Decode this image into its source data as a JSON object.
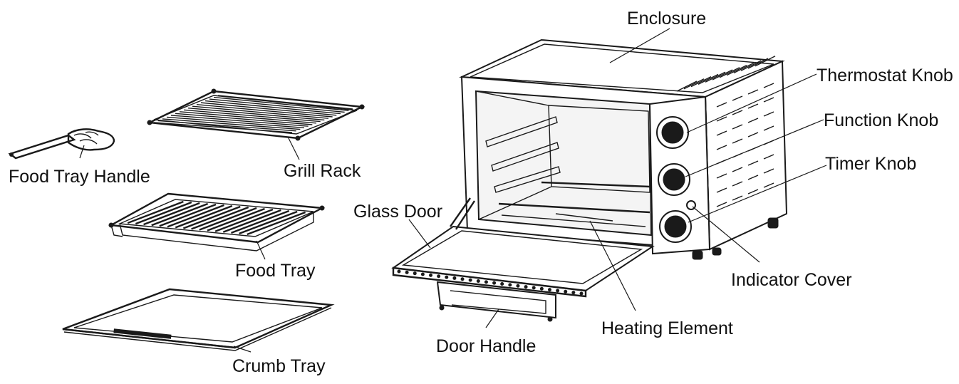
{
  "labels": {
    "enclosure": "Enclosure",
    "thermostat_knob": "Thermostat Knob",
    "function_knob": "Function Knob",
    "timer_knob": "Timer Knob",
    "indicator_cover": "Indicator Cover",
    "heating_element": "Heating Element",
    "door_handle": "Door Handle",
    "glass_door": "Glass Door",
    "food_tray_handle": "Food Tray Handle",
    "grill_rack": "Grill Rack",
    "food_tray": "Food Tray",
    "crumb_tray": "Crumb Tray"
  },
  "colors": {
    "line": "#1a1a1a",
    "background": "#ffffff"
  }
}
